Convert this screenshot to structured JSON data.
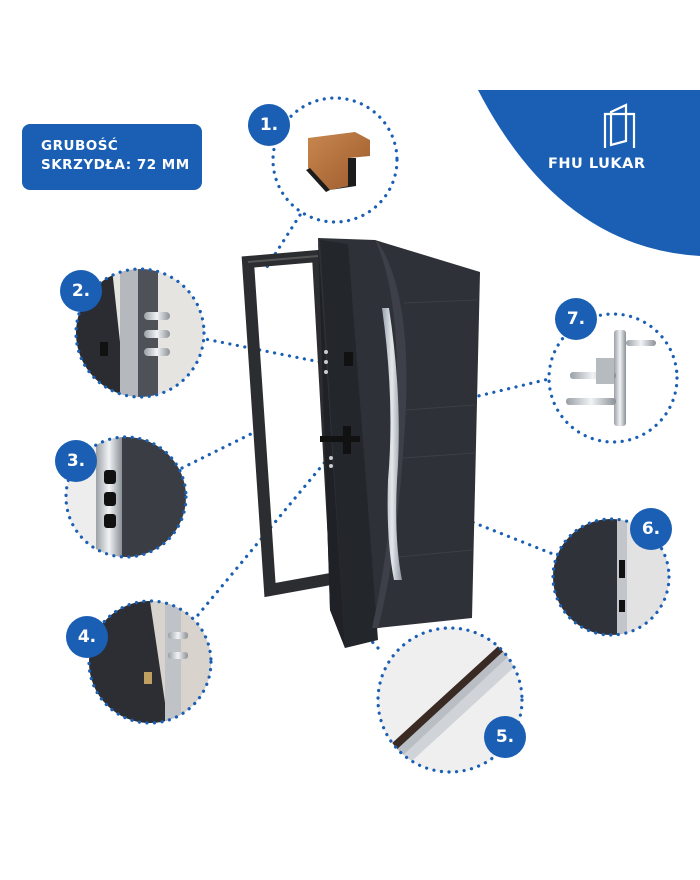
{
  "badge": {
    "line1": "GRUBOŚĆ",
    "line2": "SKRZYDŁA: 72 MM"
  },
  "logo": {
    "text": "FHU LUKAR"
  },
  "numbers": [
    "1.",
    "2.",
    "3.",
    "4.",
    "5.",
    "6.",
    "7."
  ],
  "colors": {
    "brand_blue": "#1a5fb4",
    "dot_blue": "#1a5fb4",
    "door_dark": "#2e3138"
  }
}
